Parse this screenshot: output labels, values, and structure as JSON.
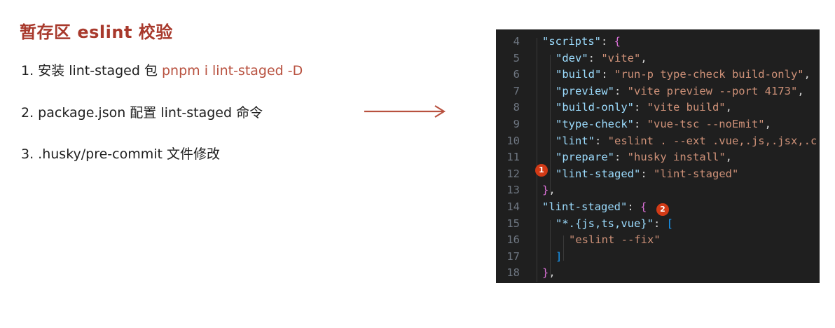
{
  "title": "暂存区 eslint 校验",
  "steps": [
    {
      "text": "1. 安装 lint-staged 包 ",
      "command": "pnpm i lint-staged -D"
    },
    {
      "text": "2. package.json 配置 lint-staged 命令"
    },
    {
      "text": "3. .husky/pre-commit 文件修改"
    }
  ],
  "colors": {
    "accent": "#a8392c",
    "badge": "#d23a16",
    "editor_bg": "#1f1f1f"
  },
  "code_lines": [
    {
      "num": "4",
      "segs": [
        [
          "key",
          "\"scripts\""
        ],
        [
          "pun",
          ": "
        ],
        [
          "brace-p",
          "{"
        ]
      ]
    },
    {
      "num": "5",
      "segs": [
        [
          "key",
          "\"dev\""
        ],
        [
          "pun",
          ": "
        ],
        [
          "str",
          "\"vite\""
        ],
        [
          "pun",
          ","
        ]
      ]
    },
    {
      "num": "6",
      "segs": [
        [
          "key",
          "\"build\""
        ],
        [
          "pun",
          ": "
        ],
        [
          "str",
          "\"run-p type-check build-only\""
        ],
        [
          "pun",
          ","
        ]
      ]
    },
    {
      "num": "7",
      "segs": [
        [
          "key",
          "\"preview\""
        ],
        [
          "pun",
          ": "
        ],
        [
          "str",
          "\"vite preview --port 4173\""
        ],
        [
          "pun",
          ","
        ]
      ]
    },
    {
      "num": "8",
      "segs": [
        [
          "key",
          "\"build-only\""
        ],
        [
          "pun",
          ": "
        ],
        [
          "str",
          "\"vite build\""
        ],
        [
          "pun",
          ","
        ]
      ]
    },
    {
      "num": "9",
      "segs": [
        [
          "key",
          "\"type-check\""
        ],
        [
          "pun",
          ": "
        ],
        [
          "str",
          "\"vue-tsc --noEmit\""
        ],
        [
          "pun",
          ","
        ]
      ]
    },
    {
      "num": "10",
      "segs": [
        [
          "key",
          "\"lint\""
        ],
        [
          "pun",
          ": "
        ],
        [
          "str",
          "\"eslint . --ext .vue,.js,.jsx,.c"
        ]
      ]
    },
    {
      "num": "11",
      "segs": [
        [
          "key",
          "\"prepare\""
        ],
        [
          "pun",
          ": "
        ],
        [
          "str",
          "\"husky install\""
        ],
        [
          "pun",
          ","
        ]
      ]
    },
    {
      "num": "12",
      "segs": [
        [
          "key",
          "\"lint-staged\""
        ],
        [
          "pun",
          ": "
        ],
        [
          "str",
          "\"lint-staged\""
        ]
      ]
    },
    {
      "num": "13",
      "segs": [
        [
          "brace-p",
          "}"
        ],
        [
          "pun",
          ","
        ]
      ]
    },
    {
      "num": "14",
      "segs": [
        [
          "key",
          "\"lint-staged\""
        ],
        [
          "pun",
          ": "
        ],
        [
          "brace-p",
          "{"
        ]
      ]
    },
    {
      "num": "15",
      "segs": [
        [
          "key",
          "\"*.{js,ts,vue}\""
        ],
        [
          "pun",
          ": "
        ],
        [
          "brace-b",
          "["
        ]
      ]
    },
    {
      "num": "16",
      "segs": [
        [
          "str",
          "\"eslint --fix\""
        ]
      ]
    },
    {
      "num": "17",
      "segs": [
        [
          "brace-b",
          "]"
        ]
      ]
    },
    {
      "num": "18",
      "segs": [
        [
          "brace-p",
          "}"
        ],
        [
          "pun",
          ","
        ]
      ]
    }
  ],
  "badges": [
    "1",
    "2"
  ]
}
